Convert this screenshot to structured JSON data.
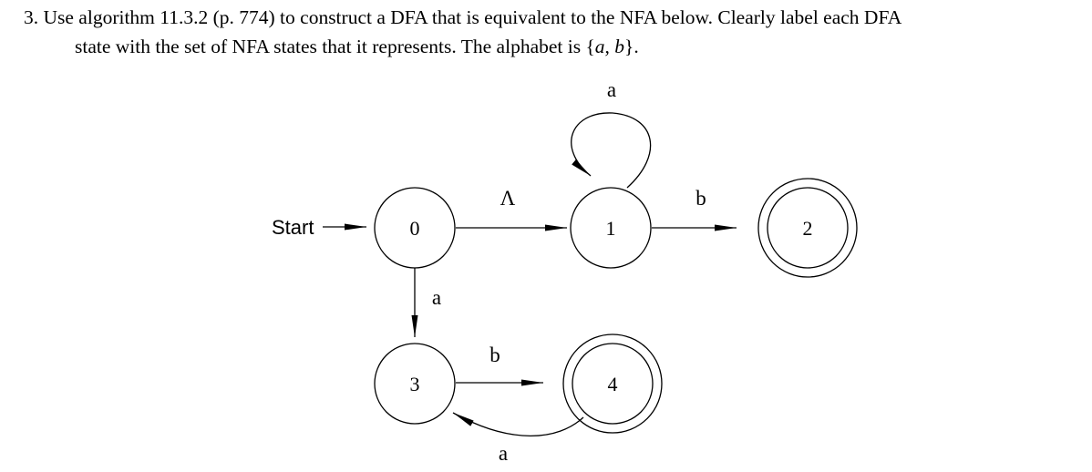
{
  "problem": {
    "number": "3.",
    "line1": "Use algorithm 11.3.2 (p. 774) to construct a DFA that is equivalent to the NFA below. Clearly label each DFA",
    "line2_pre": "state with the set of NFA states that it represents. The alphabet is {",
    "line2_a": "a",
    "line2_sep": ", ",
    "line2_b": "b",
    "line2_post": "}."
  },
  "diagram": {
    "start_label": "Start",
    "states": [
      {
        "id": "0",
        "label": "0",
        "accepting": false
      },
      {
        "id": "1",
        "label": "1",
        "accepting": false
      },
      {
        "id": "2",
        "label": "2",
        "accepting": true
      },
      {
        "id": "3",
        "label": "3",
        "accepting": false
      },
      {
        "id": "4",
        "label": "4",
        "accepting": true
      }
    ],
    "transitions": [
      {
        "from": "0",
        "to": "1",
        "label": "Λ"
      },
      {
        "from": "1",
        "to": "1",
        "label": "a"
      },
      {
        "from": "1",
        "to": "2",
        "label": "b"
      },
      {
        "from": "0",
        "to": "3",
        "label": "a"
      },
      {
        "from": "3",
        "to": "4",
        "label": "b"
      },
      {
        "from": "4",
        "to": "3",
        "label": "a"
      }
    ]
  }
}
